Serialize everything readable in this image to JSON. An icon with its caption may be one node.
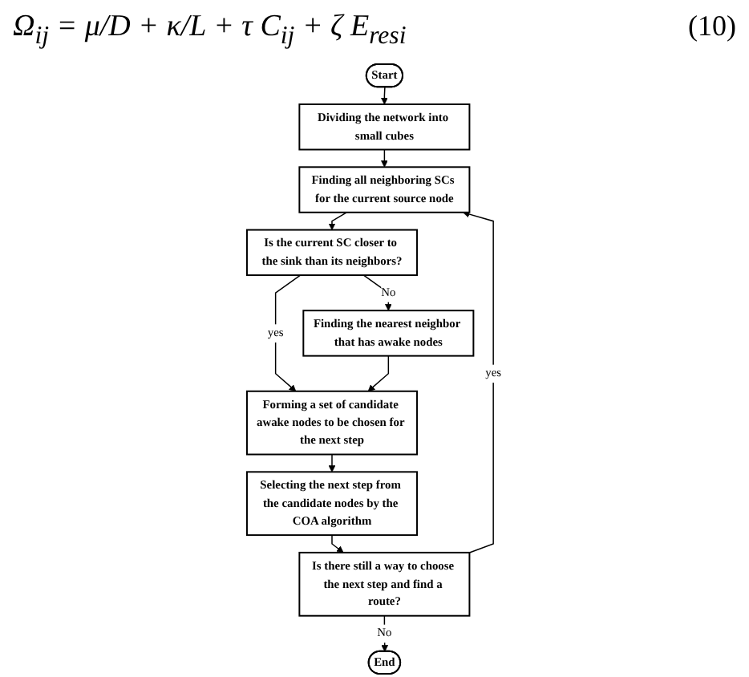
{
  "diagram": {
    "nodes": [
      {
        "text": [
          "Start"
        ]
      },
      {
        "text": [
          "Dividing the network into small cubes"
        ]
      },
      {
        "text": [
          "Finding all neighboring SCs for the current source node"
        ]
      },
      {
        "text": [
          "Is the current SC closer to the sink than its neighbors?"
        ]
      },
      {
        "text": [
          "Forming a set of candidate awake nodes to be chosen for the next step"
        ]
      },
      {
        "text": [
          "Finding the nearest neighbor that has awake nodes"
        ]
      },
      {
        "text": [
          "Selecting the next step from the candidate nodes by the COA algorithm"
        ]
      },
      {
        "text": [
          "Is there still a way to choose the next step and find a route?"
        ]
      },
      {
        "text": [
          "End"
        ]
      }
    ],
    "edges": [
      {
        "from": 0,
        "to": 1,
        "arrow": "to"
      },
      {
        "from": 1,
        "to": 2,
        "arrow": "to"
      },
      {
        "from": 2,
        "to": 3,
        "arrow": "to"
      },
      {
        "from": 3,
        "to": 4,
        "arrow": "to",
        "label": "yes"
      },
      {
        "from": 3,
        "to": 5,
        "arrow": "to",
        "label": "No"
      },
      {
        "from": 5,
        "to": 4,
        "arrow": "to"
      },
      {
        "from": 4,
        "to": 6,
        "arrow": "to"
      },
      {
        "from": 6,
        "to": 7,
        "arrow": "to"
      },
      {
        "from": 7,
        "to": 2,
        "arrow": "to",
        "label": "yes"
      },
      {
        "from": 7,
        "to": 8,
        "arrow": "to",
        "label": "No"
      }
    ],
    "labels": [
      "Ω$_{ij}$ = μ/D + κ/L + τ C$_{ij}$ + ζ E$_{resi}$",
      "(10)"
    ]
  }
}
